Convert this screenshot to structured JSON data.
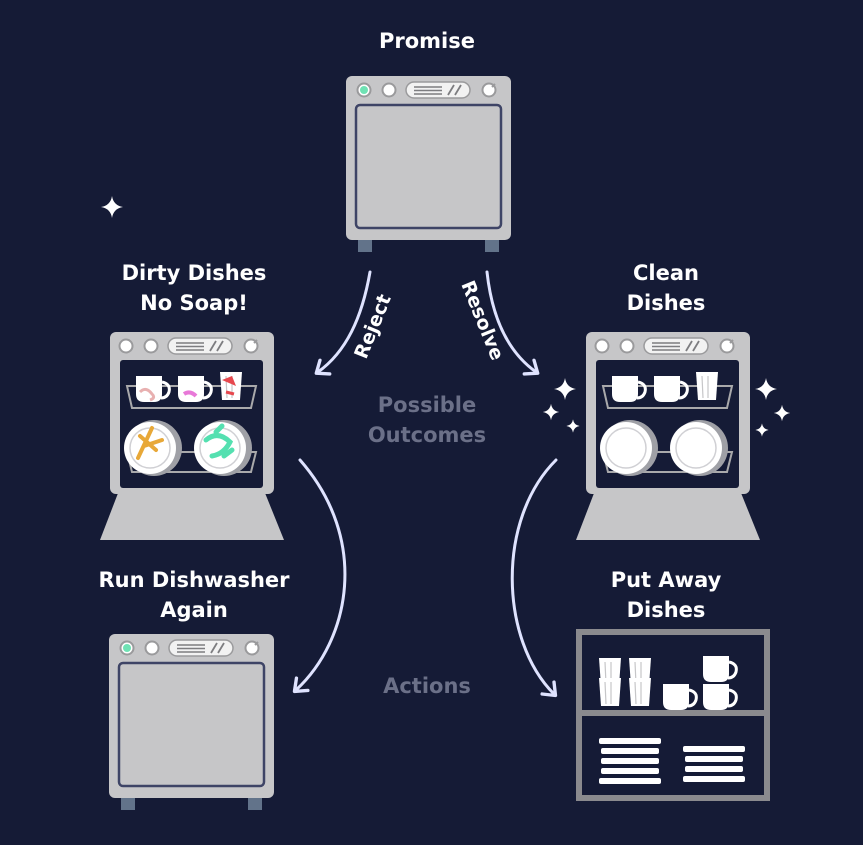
{
  "labels": {
    "promise": "Promise",
    "reject_state": [
      "Dirty Dishes",
      "No Soap!"
    ],
    "resolve_state": [
      "Clean",
      "Dishes"
    ],
    "reject_action": [
      "Run Dishwasher",
      "Again"
    ],
    "resolve_action": [
      "Put Away",
      "Dishes"
    ],
    "reject_arrow": "Reject",
    "resolve_arrow": "Resolve",
    "outcomes": [
      "Possible",
      "Outcomes"
    ],
    "actions": "Actions"
  },
  "colors": {
    "background": "#151b36",
    "appliance": "#c6c6c8",
    "window": "#a9a9ab",
    "arrow": "#dfe3ff",
    "muted_text": "#6b7088",
    "stain_orange": "#e8a838",
    "stain_green": "#54e0b0",
    "stain_pink": "#e879d8",
    "stain_red": "#e6484e",
    "led_green": "#6fe2b4"
  }
}
